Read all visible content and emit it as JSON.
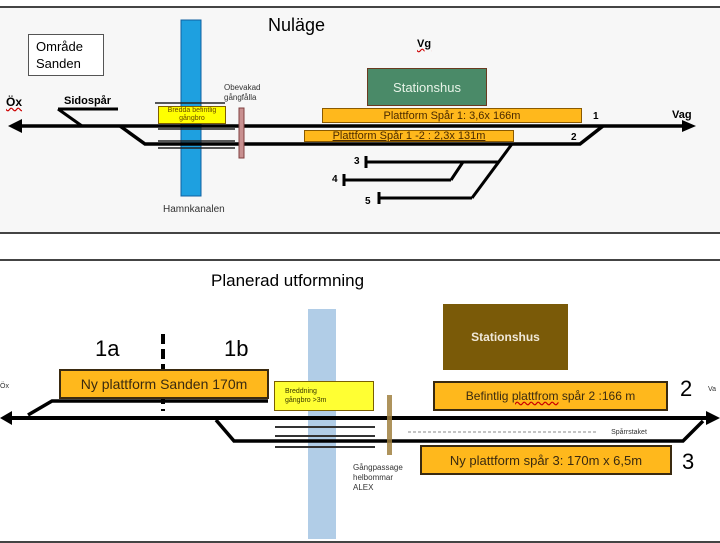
{
  "top": {
    "title": "Nuläge",
    "area_label_line1": "Område",
    "area_label_line2": "Sanden",
    "left_destination": "Öx",
    "right_destination": "Vag",
    "road_label": "Vg",
    "siding_label": "Sidospår",
    "canal_label": "Hamnkanalen",
    "crossing_label_line1": "Obevakad",
    "crossing_label_line2": "gångfålla",
    "footbridge_label_line1": "Bredda befintlig",
    "footbridge_label_line2": "gångbro",
    "station_building": "Stationshus",
    "platform_1": "Plattform  Spår 1: 3,6x 166m",
    "platform_1_2": "Plattform  Spår 1 -2 : 2,3x 131m",
    "track_numbers": [
      "1",
      "2",
      "3",
      "4",
      "5"
    ],
    "colors": {
      "canal": "#1ea0e0",
      "station": "#4a8a68",
      "platform": "#ffb81c",
      "footbridge": "#ffff00",
      "crossing": "#c89090"
    }
  },
  "bottom": {
    "title": "Planerad utformning",
    "left_destination": "Öx",
    "right_destination": "Va",
    "section_1a": "1a",
    "section_1b": "1b",
    "new_platform_sanden": "Ny plattform Sanden 170m",
    "footbridge_label_line1": "Breddning",
    "footbridge_label_line2": "gångbro >3m",
    "station_building": "Stationshus",
    "existing_platform": "Befintlig plattfrom spår 2 :166 m",
    "new_platform_3": "Ny plattform spår 3: 170m x 6,5m",
    "track_2": "2",
    "track_3": "3",
    "fence_label": "Spårrstaket",
    "passage_line1": "Gångpassage",
    "passage_line2": "helbommar",
    "passage_line3": "ALEX",
    "colors": {
      "canal": "#a8c8e4",
      "station": "#7a5a08",
      "platform": "#ffb81c",
      "footbridge": "#ffff33",
      "passage": "#a08040"
    }
  }
}
